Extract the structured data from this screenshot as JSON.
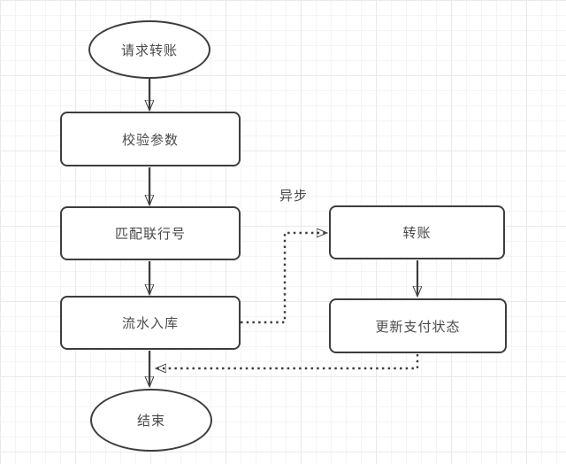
{
  "diagram": {
    "type": "flowchart",
    "nodes": {
      "start": "请求转账",
      "validate": "校验参数",
      "match": "匹配联行号",
      "store": "流水入库",
      "end": "结束",
      "transfer": "转账",
      "update": "更新支付状态"
    },
    "edge_label": "异步",
    "edges": [
      {
        "from": "start",
        "to": "validate",
        "style": "solid"
      },
      {
        "from": "validate",
        "to": "match",
        "style": "solid"
      },
      {
        "from": "match",
        "to": "store",
        "style": "solid"
      },
      {
        "from": "store",
        "to": "end",
        "style": "solid"
      },
      {
        "from": "store",
        "to": "transfer",
        "style": "dotted",
        "label": "异步"
      },
      {
        "from": "transfer",
        "to": "update",
        "style": "solid"
      },
      {
        "from": "update",
        "to": "end-junction",
        "style": "dotted"
      }
    ],
    "colors": {
      "stroke": "#3d3d3d",
      "text": "#4a4a4a",
      "background": "#ffffff",
      "grid_minor": "#f4f4f4",
      "grid_major": "#e9e9e9"
    }
  }
}
